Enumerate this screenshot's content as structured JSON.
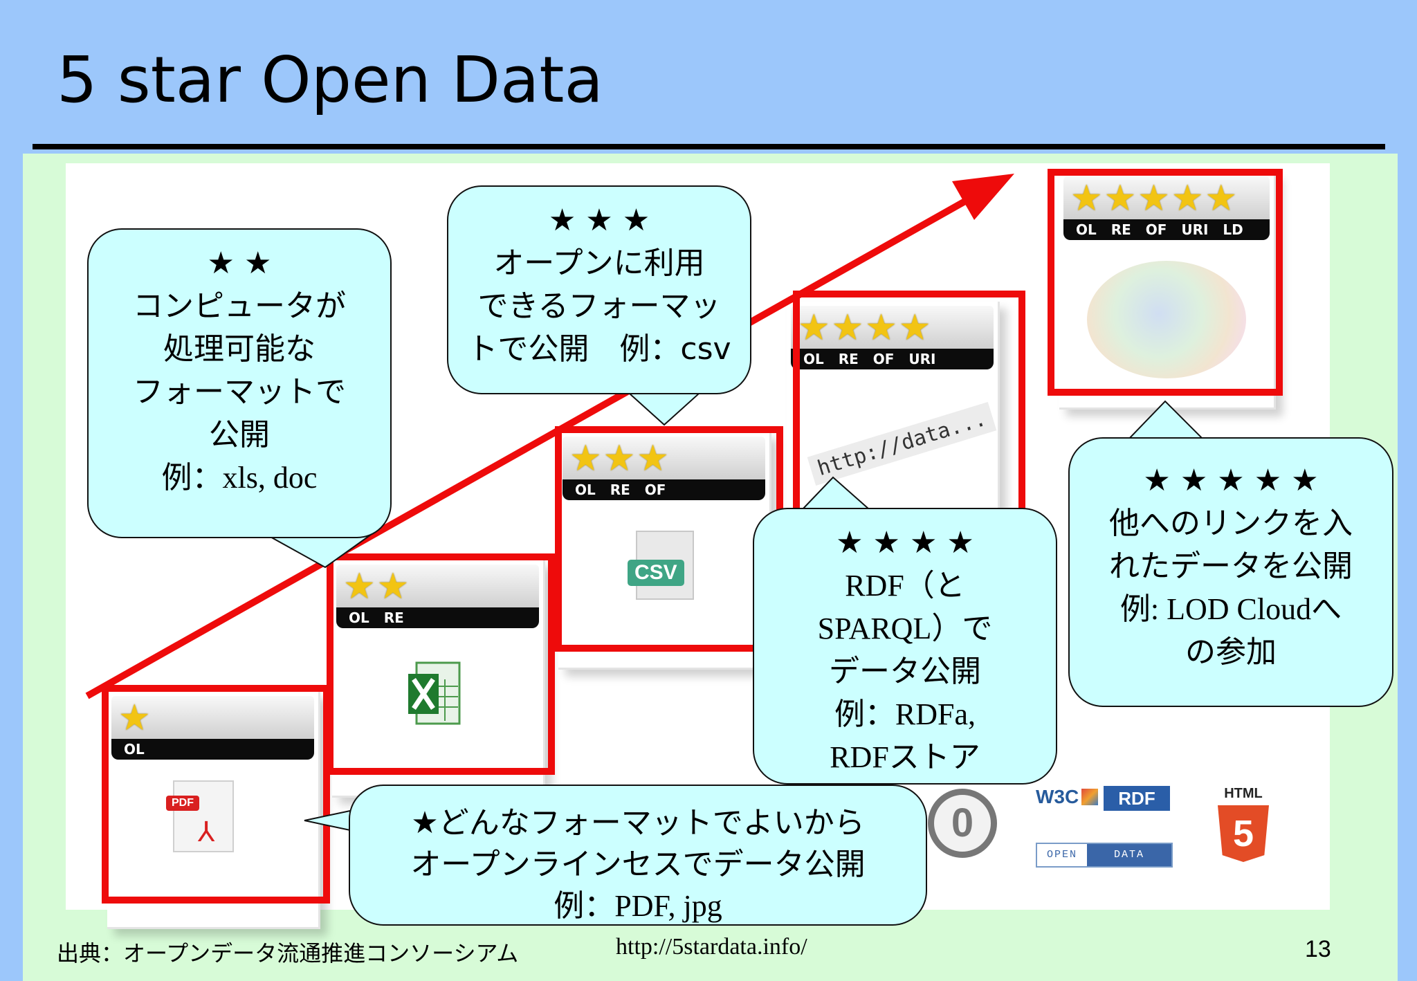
{
  "slide": {
    "title": "5 star Open Data",
    "source": "出典：オープンデータ流通推進コンソーシアム",
    "url": "http://5stardata.info/",
    "page_number": "13"
  },
  "cards": [
    {
      "stars": "★",
      "codes": "OL",
      "file_label": "PDF"
    },
    {
      "stars": "★★",
      "codes": "OL RE",
      "file_label": ""
    },
    {
      "stars": "★★★",
      "codes": "OL RE OF",
      "file_label": "CSV"
    },
    {
      "stars": "★★★★",
      "codes": "OL RE OF URI",
      "file_label": "http://data..."
    },
    {
      "stars": "★★★★★",
      "codes": "OL RE OF URI LD",
      "file_label": ""
    }
  ],
  "logos": {
    "w3c": "W3C",
    "rdf": "RDF",
    "open": "OPEN",
    "data": "DATA",
    "html": "HTML",
    "html_num": "5",
    "cc_zero": "0"
  },
  "bubbles": {
    "one": {
      "stars": "★どんなフォーマットでよいから",
      "line2": "オープンラインセスでデータ公開",
      "example": "例：PDF, jpg"
    },
    "two": {
      "stars": "★ ★",
      "line1": "コンピュータが",
      "line2": "処理可能な",
      "line3": "フォーマットで",
      "line4": "公開",
      "example": "例：xls, doc"
    },
    "three": {
      "stars": "★ ★ ★",
      "line1": "オープンに利用",
      "line2": "できるフォーマッ",
      "line3": "トで公開　例：csv"
    },
    "four": {
      "stars": "★ ★ ★ ★",
      "line1": "RDF（と",
      "line2": "SPARQL）で",
      "line3": "データ公開",
      "line4": "例：RDFa,",
      "line5": "RDFストア"
    },
    "five": {
      "stars": "★ ★ ★ ★ ★",
      "line1": "他へのリンクを入",
      "line2": "れたデータを公開",
      "line3": "例:  LOD Cloudへ",
      "line4": "の参加"
    }
  },
  "colors": {
    "header_bg": "#9cc7fb",
    "panel_bg": "#d7fbd7",
    "bubble_fill": "#ccffff",
    "highlight_red": "#ee0b0b",
    "star_gold": "#f2c413"
  }
}
